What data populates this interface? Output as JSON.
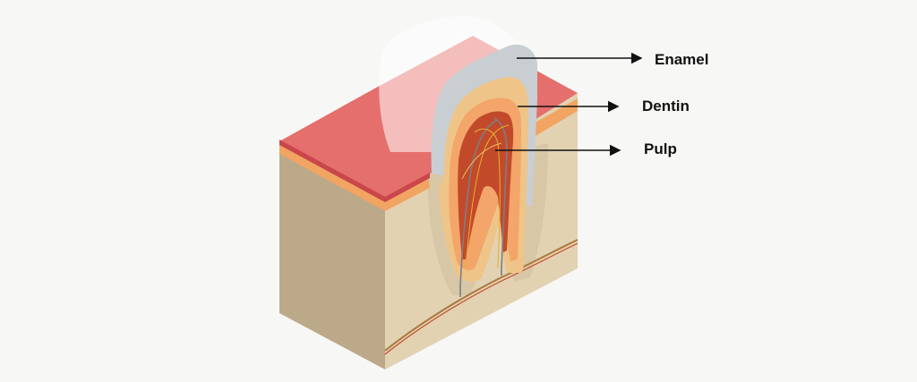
{
  "labels": {
    "enamel": "Enamel",
    "dentin": "Dentin",
    "pulp": "Pulp"
  },
  "colors": {
    "background": "#f7f7f5",
    "gum": "#e46f6c",
    "gum_edge": "#c9474a",
    "bone_top": "#f2a462",
    "bone_front_left": "#bca98a",
    "bone_front_right": "#e2d2b2",
    "enamel": "#c9ced3",
    "dentin": "#efc488",
    "pulp": "#c24a2a",
    "nerve": "#7d7d86",
    "arrow": "#111111"
  }
}
